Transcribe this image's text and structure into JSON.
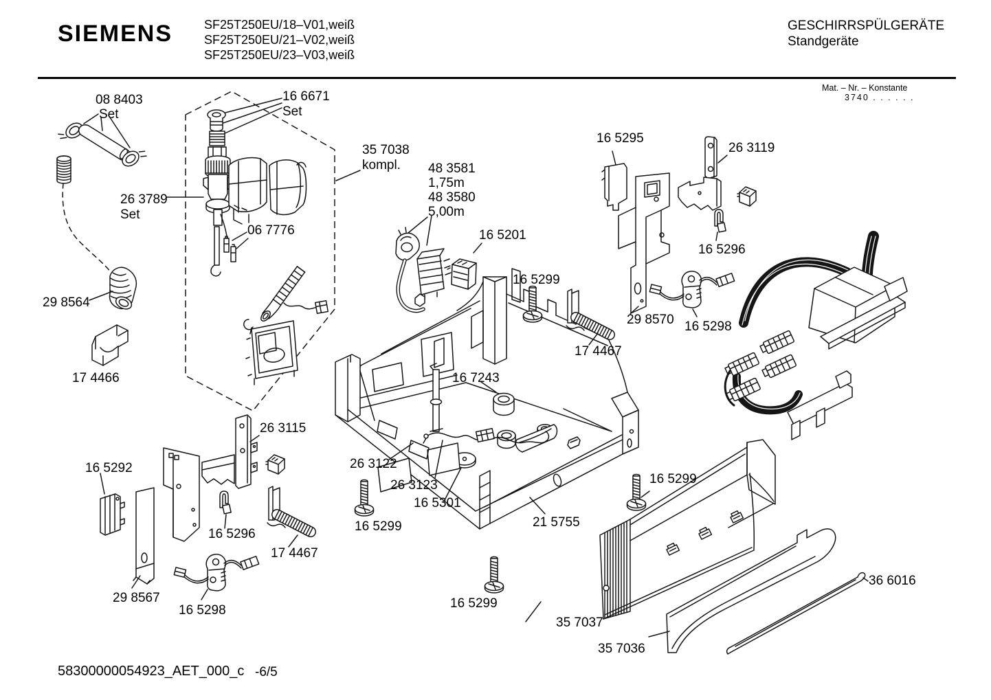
{
  "header": {
    "brand": "SIEMENS",
    "model_lines": "SF25T250EU/18–V01,weiß\nSF25T250EU/21–V02,weiß\nSF25T250EU/23–V03,weiß",
    "category": "GESCHIRRSPÜLGERÄTE",
    "subcategory": "Standgeräte",
    "mat_nr_label": "Mat. – Nr. – Konstante",
    "mat_nr_value": "3740  .   .     .   .   .   ."
  },
  "footer": {
    "document_id": "58300000054923_AET_000_c",
    "page_ref": "-6/5"
  },
  "parts": {
    "set_088403": {
      "num": "08 8403",
      "suffix": "Set"
    },
    "set_166671": {
      "num": "16 6671",
      "suffix": "Set"
    },
    "kompl_357038": {
      "num": "35 7038",
      "suffix": "kompl."
    },
    "set_263789": {
      "num": "26 3789",
      "suffix": "Set"
    },
    "p067776": {
      "num": "06 7776"
    },
    "hose_483581": {
      "num": "48 3581",
      "length": "1,75m"
    },
    "hose_483580": {
      "num": "48 3580",
      "length": "5,00m"
    },
    "p165201": {
      "num": "16 5201"
    },
    "p165299": {
      "num": "16 5299"
    },
    "p165295": {
      "num": "16 5295"
    },
    "p263119": {
      "num": "26 3119"
    },
    "p165296": {
      "num": "16 5296"
    },
    "p298570": {
      "num": "29 8570"
    },
    "p165298": {
      "num": "16 5298"
    },
    "p174467": {
      "num": "17 4467"
    },
    "p298564": {
      "num": "29 8564"
    },
    "p174466": {
      "num": "17 4466"
    },
    "p167243": {
      "num": "16 7243"
    },
    "p263115": {
      "num": "26 3115"
    },
    "p165292": {
      "num": "16 5292"
    },
    "p263122": {
      "num": "26 3122"
    },
    "p263123": {
      "num": "26 3123"
    },
    "p165301": {
      "num": "16 5301"
    },
    "p215755": {
      "num": "21 5755"
    },
    "p298567": {
      "num": "29 8567"
    },
    "p357037": {
      "num": "35 7037"
    },
    "p357036": {
      "num": "35 7036"
    },
    "p366016": {
      "num": "36 6016"
    }
  }
}
